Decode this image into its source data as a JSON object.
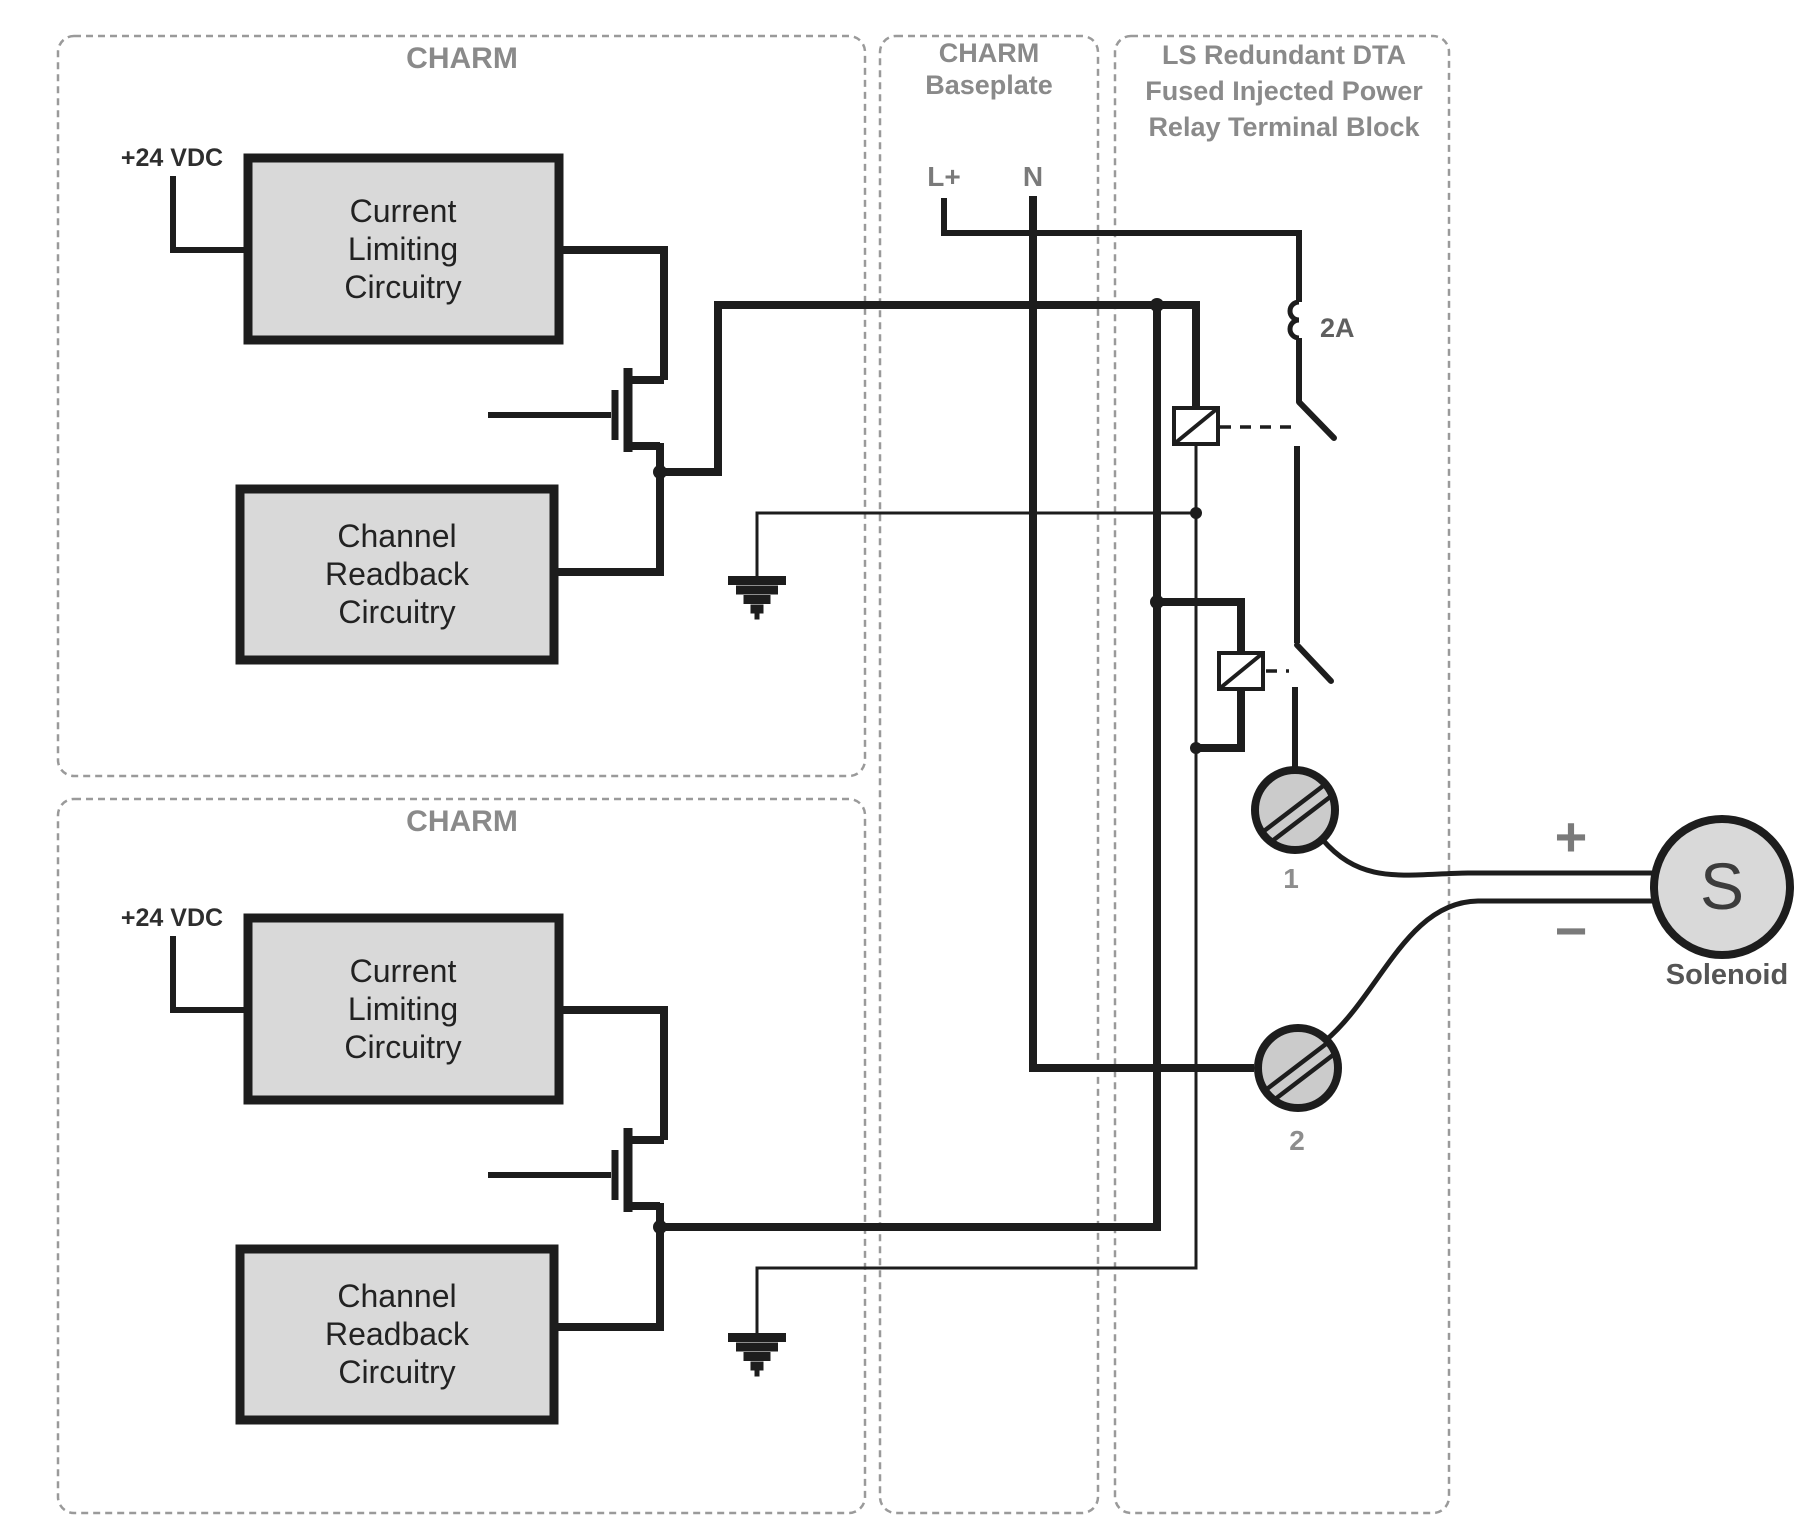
{
  "colors": {
    "wire": "#1d1d1d",
    "box-fill": "#d9d9d9",
    "box-border": "#1d1d1d",
    "dashed": "#9a9a9a",
    "lbl": "#8a8a8a",
    "lbl-dark": "#5a5a5a",
    "term-fill": "#cbcbcb",
    "bg": "#ffffff"
  },
  "charm_top": {
    "title": "CHARM",
    "supply": "+24 VDC",
    "current_limiting": {
      "l1": "Current",
      "l2": "Limiting",
      "l3": "Circuitry"
    },
    "channel_readback": {
      "l1": "Channel",
      "l2": "Readback",
      "l3": "Circuitry"
    }
  },
  "charm_bottom": {
    "title": "CHARM",
    "supply": "+24 VDC",
    "current_limiting": {
      "l1": "Current",
      "l2": "Limiting",
      "l3": "Circuitry"
    },
    "channel_readback": {
      "l1": "Channel",
      "l2": "Readback",
      "l3": "Circuitry"
    }
  },
  "baseplate": {
    "title1": "CHARM",
    "title2": "Baseplate",
    "l_plus": "L+",
    "n": "N"
  },
  "relay_block": {
    "title1": "LS Redundant DTA",
    "title2": "Fused Injected Power",
    "title3": "Relay Terminal Block",
    "fuse_rating": "2A",
    "terminal_1": "1",
    "terminal_2": "2"
  },
  "solenoid": {
    "letter": "S",
    "plus": "+",
    "minus": "−",
    "caption": "Solenoid"
  }
}
